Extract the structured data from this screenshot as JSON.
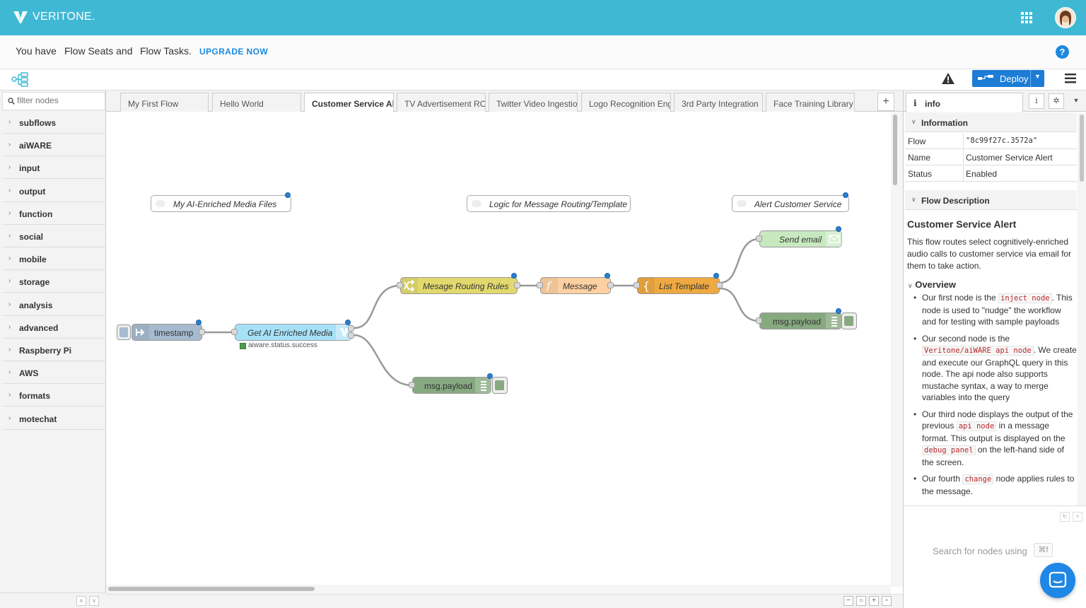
{
  "header": {
    "brand": "VERITONE.",
    "apps_icon": "apps-grid-icon",
    "avatar_icon": "user-avatar-icon"
  },
  "banner": {
    "part1": "You have",
    "part2": "Flow Seats and",
    "part3": "Flow Tasks.",
    "upgrade": "UPGRADE NOW",
    "help": "?"
  },
  "toolbar": {
    "deploy_label": "Deploy"
  },
  "palette": {
    "filter_placeholder": "filter nodes",
    "categories": [
      "subflows",
      "aiWARE",
      "input",
      "output",
      "function",
      "social",
      "mobile",
      "storage",
      "analysis",
      "advanced",
      "Raspberry Pi",
      "AWS",
      "formats",
      "motechat"
    ]
  },
  "tabs": [
    "My First Flow",
    "Hello World",
    "Customer Service Alert",
    "TV Advertisement ROI",
    "Twitter Video Ingestion",
    "Logo Recognition Engine",
    "3rd Party Integration",
    "Face Training Library"
  ],
  "canvas": {
    "comments": [
      "My AI-Enriched Media Files",
      "Logic for Message Routing/Template",
      "Alert Customer Service"
    ],
    "nodes": {
      "timestamp": "timestamp",
      "get_media": "Get AI Enriched Media",
      "get_media_status": "aiware.status.success",
      "routing": "Mesage Routing Rules",
      "message": "Message",
      "list_template": "List Template",
      "send_email": "Send email",
      "debug1": "msg.payload",
      "debug2": "msg.payload"
    }
  },
  "sidebar": {
    "tab_label": "info",
    "info_heading": "Information",
    "props": [
      {
        "key": "Flow",
        "value": "\"8c99f27c.3572a\""
      },
      {
        "key": "Name",
        "value": "Customer Service Alert"
      },
      {
        "key": "Status",
        "value": "Enabled"
      }
    ],
    "desc_heading": "Flow Description",
    "desc_title": "Customer Service Alert",
    "desc_text": "This flow routes select cognitively-enriched audio calls to customer service via email for them to take action.",
    "overview_heading": "Overview",
    "bullets": [
      {
        "pre": "Our first node is the ",
        "code": "inject node",
        "post": ". This node is used to \"nudge\" the workflow and for testing with sample payloads"
      },
      {
        "pre": "Our second node is the ",
        "code": "Veritone/aiWARE api node",
        "post": ". We create and execute our GraphQL query in this node. The api node also supports mustache syntax, a way to merge variables into the query"
      },
      {
        "pre": "Our third node displays the output of the previous ",
        "code": "api node",
        "post": " in a message format. This output is displayed on the ",
        "code2": "debug panel",
        "post2": " on the left-hand side of the screen."
      },
      {
        "pre": "Our fourth ",
        "code": "change",
        "post": " node applies rules to the message."
      }
    ],
    "search_text": "Search for nodes using",
    "search_kbd": "⌘f"
  },
  "colors": {
    "header": "#3fb8d4",
    "deploy": "#1c7cd6",
    "link": "#1b8ae0",
    "inject": "#a6bbcf",
    "aiware": "#a6e1f7",
    "switch": "#e2d96e",
    "function": "#fdd0a2",
    "template": "#f0a940",
    "email": "#c7e9c0",
    "debug": "#87a980"
  }
}
